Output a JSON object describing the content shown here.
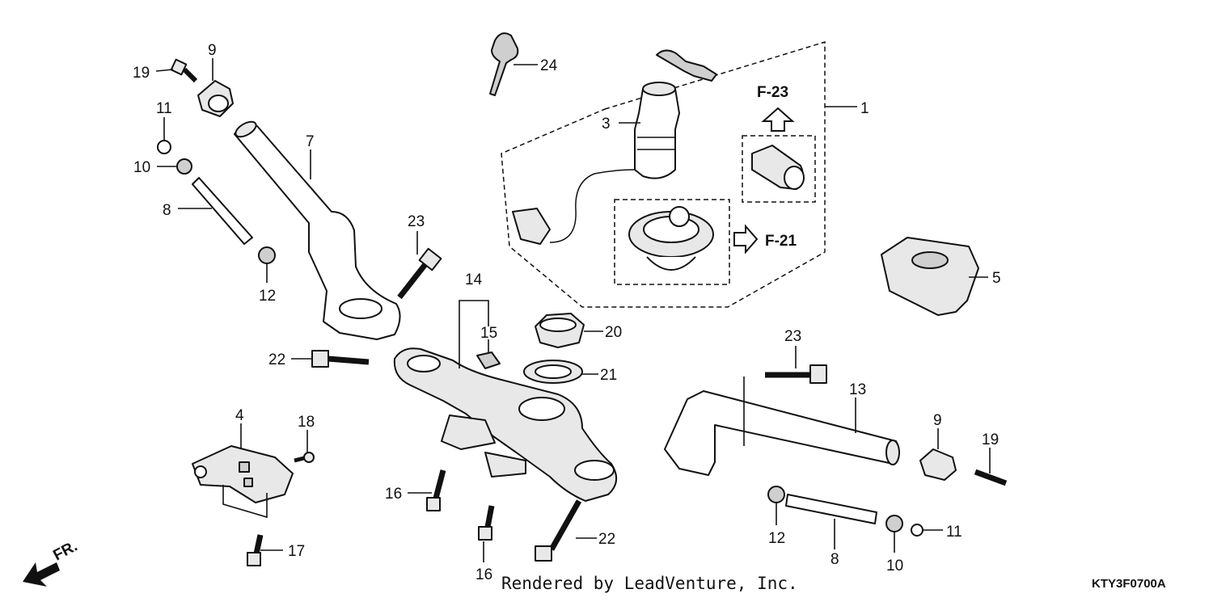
{
  "diagram": {
    "callouts": [
      {
        "id": "c1",
        "text": "1"
      },
      {
        "id": "c3",
        "text": "3"
      },
      {
        "id": "c4",
        "text": "4"
      },
      {
        "id": "c5",
        "text": "5"
      },
      {
        "id": "c7",
        "text": "7"
      },
      {
        "id": "c8a",
        "text": "8"
      },
      {
        "id": "c8b",
        "text": "8"
      },
      {
        "id": "c9a",
        "text": "9"
      },
      {
        "id": "c9b",
        "text": "9"
      },
      {
        "id": "c10a",
        "text": "10"
      },
      {
        "id": "c10b",
        "text": "10"
      },
      {
        "id": "c11a",
        "text": "11"
      },
      {
        "id": "c11b",
        "text": "11"
      },
      {
        "id": "c12a",
        "text": "12"
      },
      {
        "id": "c12b",
        "text": "12"
      },
      {
        "id": "c13",
        "text": "13"
      },
      {
        "id": "c14",
        "text": "14"
      },
      {
        "id": "c15",
        "text": "15"
      },
      {
        "id": "c16a",
        "text": "16"
      },
      {
        "id": "c16b",
        "text": "16"
      },
      {
        "id": "c17",
        "text": "17"
      },
      {
        "id": "c18",
        "text": "18"
      },
      {
        "id": "c19a",
        "text": "19"
      },
      {
        "id": "c19b",
        "text": "19"
      },
      {
        "id": "c20",
        "text": "20"
      },
      {
        "id": "c21",
        "text": "21"
      },
      {
        "id": "c22a",
        "text": "22"
      },
      {
        "id": "c22b",
        "text": "22"
      },
      {
        "id": "c23a",
        "text": "23"
      },
      {
        "id": "c23b",
        "text": "23"
      },
      {
        "id": "c24",
        "text": "24"
      }
    ],
    "references": {
      "f23": "F-23",
      "f21": "F-21"
    },
    "direction_label": "FR.",
    "credit": "Rendered by LeadVenture, Inc.",
    "diagram_code": "KTY3F0700A"
  }
}
